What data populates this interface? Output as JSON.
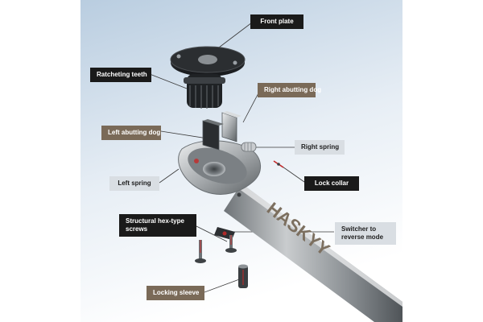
{
  "brand": "HASKYY",
  "labels": {
    "front_plate": "Front plate",
    "ratcheting_teeth": "Ratcheting teeth",
    "right_abutting_dog": "Right abutting dog",
    "left_abutting_dog": "Left abutting dog",
    "right_spring": "Right spring",
    "lock_collar": "Lock collar",
    "left_spring": "Left spring",
    "structural_screws": "Structural hex-type screws",
    "switcher": "Switcher to reverse mode",
    "locking_sleeve": "Locking sleeve"
  },
  "colors": {
    "background_top": "#b9cde0",
    "background_bottom": "#ffffff",
    "metal_light": "#d8dadc",
    "metal_dark": "#555a5e",
    "dark_label": "#1a1a1a",
    "brown_label": "#7a6a58",
    "light_label": "#d9dee3",
    "leader_red": "#c62828"
  }
}
